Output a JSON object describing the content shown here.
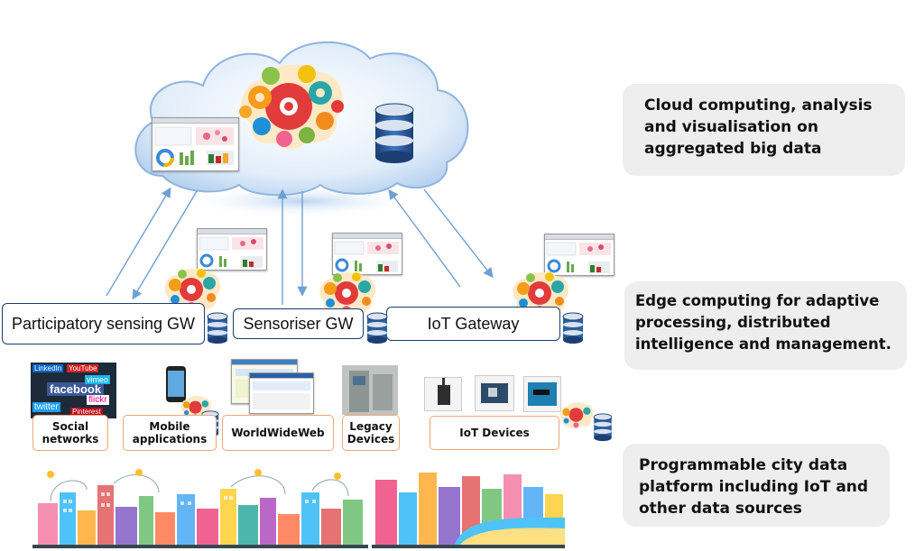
{
  "cloud": {
    "label": ""
  },
  "gateways": [
    {
      "label": "Participatory sensing GW"
    },
    {
      "label": "Sensoriser GW"
    },
    {
      "label": "IoT Gateway"
    }
  ],
  "sources": [
    {
      "label": "Social networks"
    },
    {
      "label": "Mobile applications"
    },
    {
      "label": "WorldWideWeb"
    },
    {
      "label": "Legacy Devices"
    },
    {
      "label": "IoT Devices"
    }
  ],
  "social_logos": [
    "LinkedIn",
    "YouTube",
    "facebook",
    "twitter",
    "vimeo",
    "flickr",
    "Pinterest"
  ],
  "side_notes": {
    "cloud": "Cloud computing, analysis and visualisation on aggregated big data",
    "edge": "Edge computing for adaptive processing, distributed intelligence and management.",
    "platform": "Programmable city data platform including IoT and other data sources"
  },
  "colors": {
    "cloud_fill": "#dfeaf8",
    "cloud_edge": "#7aa6d8",
    "gateway_border": "#1f3b6e",
    "source_border": "#f0a678",
    "arrow": "#6fa0d4",
    "note_bg": "#eeeeee"
  },
  "icons": [
    "brain-gears-icon",
    "database-icon",
    "dashboard-screenshot",
    "city-skyline"
  ]
}
